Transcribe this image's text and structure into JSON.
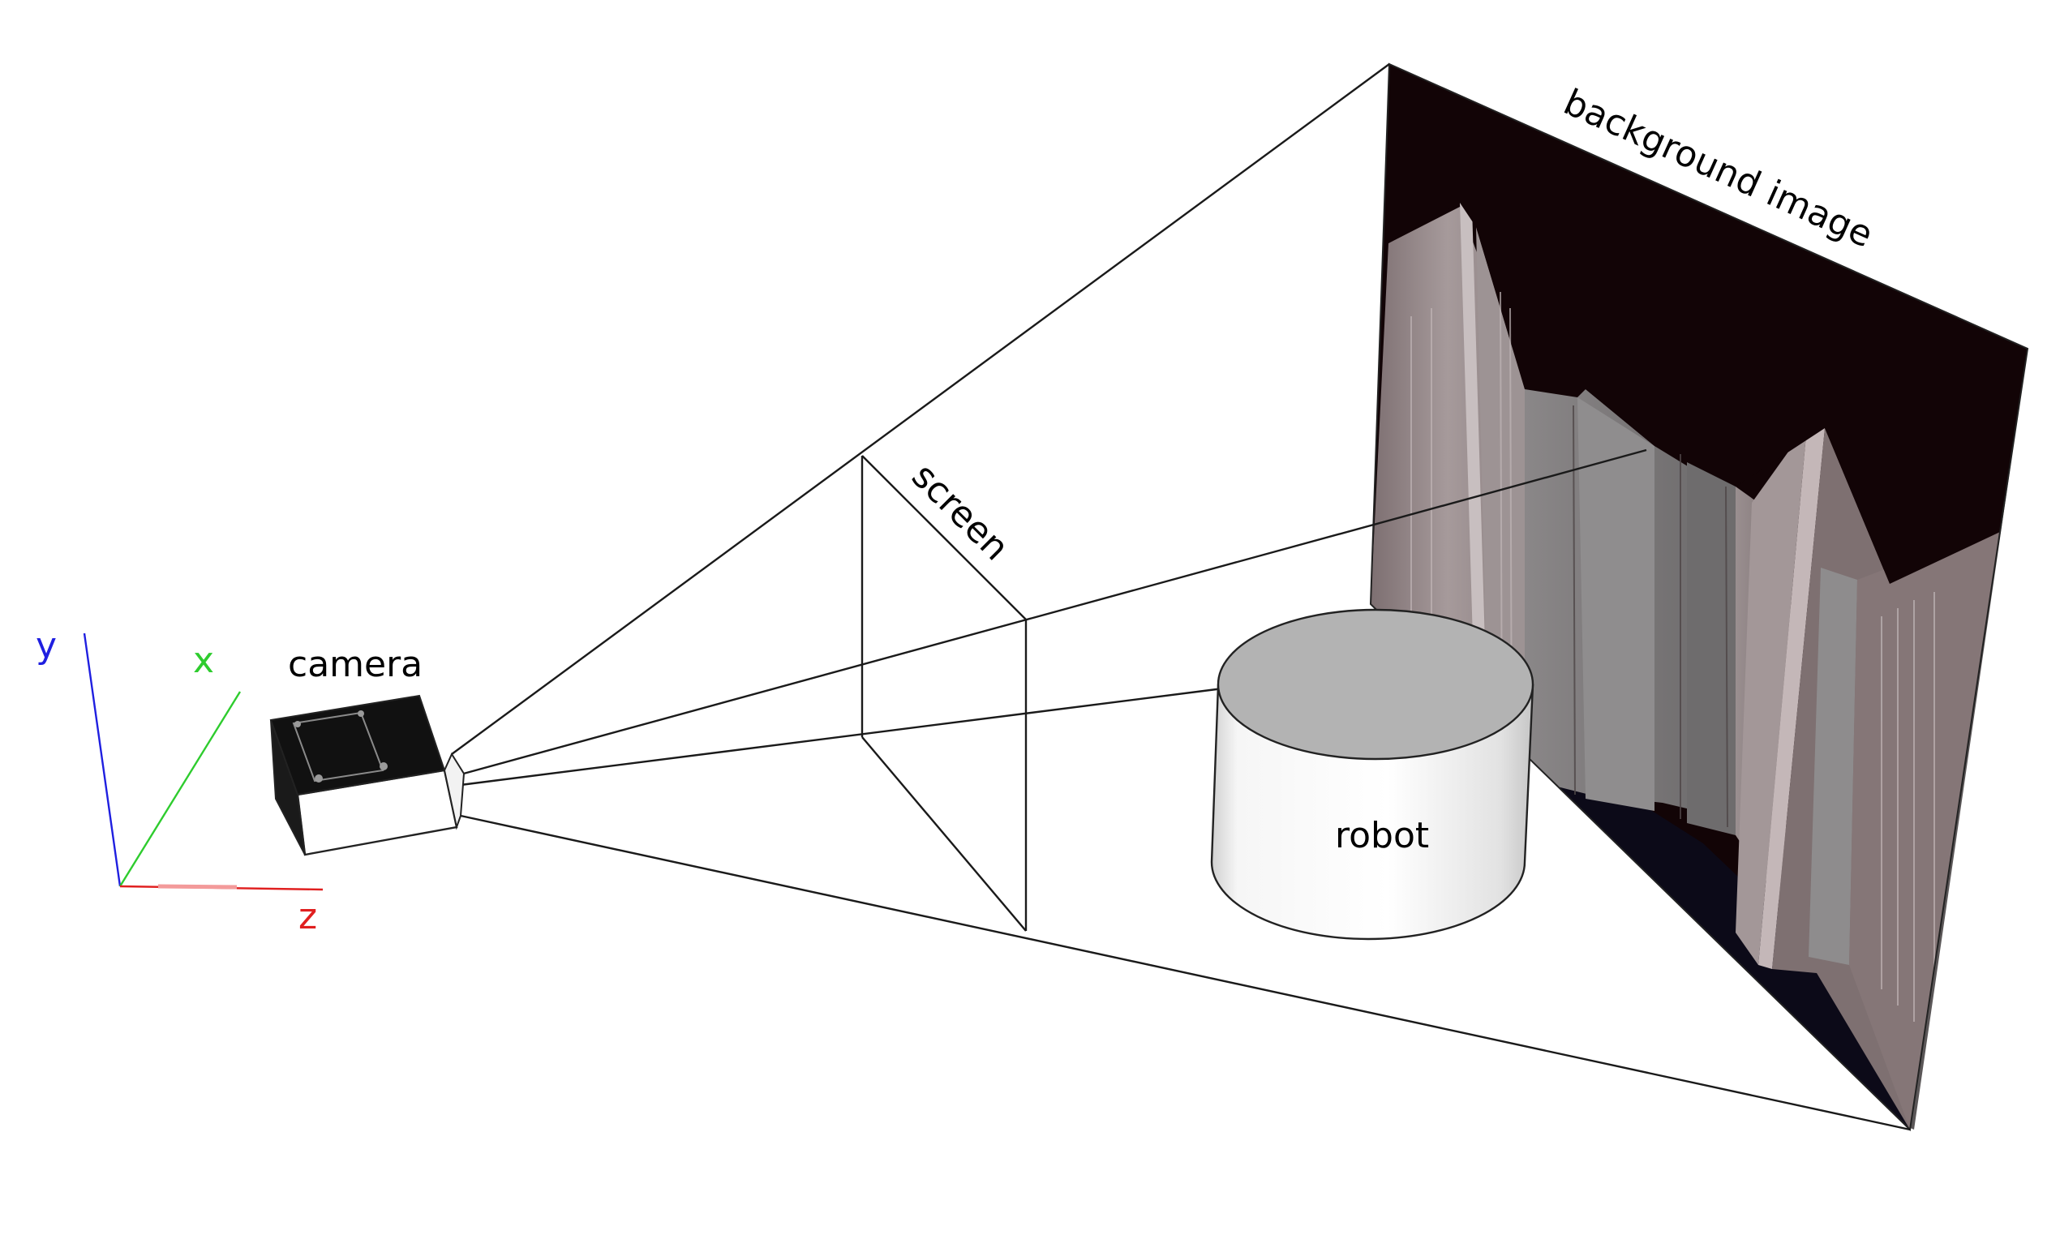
{
  "labels": {
    "camera": "camera",
    "screen": "screen",
    "robot": "robot",
    "background": "background image"
  },
  "axes": {
    "x": {
      "label": "x",
      "color": "#2ecc2e"
    },
    "y": {
      "label": "y",
      "color": "#1f1fe0"
    },
    "z": {
      "label": "z",
      "color": "#e01f1f"
    }
  },
  "colors": {
    "background_dark": "#120406",
    "background_floor": "#0c0a18",
    "wall": "#8e8284",
    "robot_top": "#b3b3b3",
    "camera_body": "#111111"
  }
}
